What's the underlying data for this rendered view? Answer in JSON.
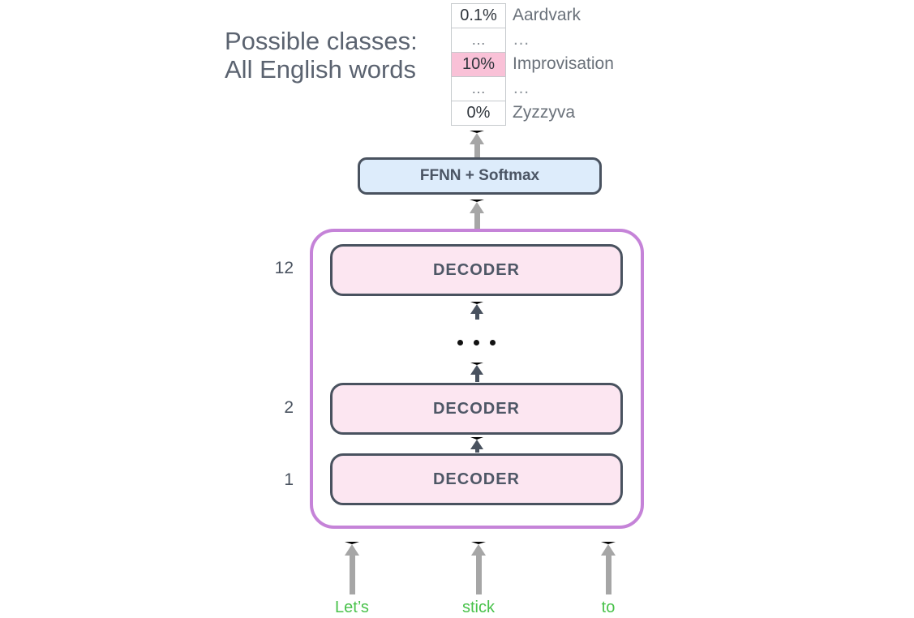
{
  "note": {
    "line1": "Possible classes:",
    "line2": "All English words"
  },
  "prob_table": {
    "rows": [
      {
        "percent": "0.1%",
        "word": "Aardvark",
        "highlight": false
      },
      {
        "percent": "…",
        "word": "…",
        "highlight": false
      },
      {
        "percent": "10%",
        "word": "Improvisation",
        "highlight": true
      },
      {
        "percent": "…",
        "word": "…",
        "highlight": false
      },
      {
        "percent": "0%",
        "word": "Zyzzyva",
        "highlight": false
      }
    ]
  },
  "ffnn": {
    "label": "FFNN + Softmax"
  },
  "decoder_stack": {
    "layers": [
      {
        "index": "12",
        "label": "DECODER"
      },
      {
        "index": "2",
        "label": "DECODER"
      },
      {
        "index": "1",
        "label": "DECODER"
      }
    ],
    "ellipsis_icon": "three-dots"
  },
  "inputs": {
    "tokens": [
      "Let’s",
      "stick",
      "to"
    ]
  },
  "colors": {
    "highlight_pink": "#f9c1d7",
    "decoder_fill": "#fce6f1",
    "ffnn_fill": "#ddecfb",
    "purple_border": "#c583d8",
    "slate": "#49525f",
    "gray_arrow": "#a6a6a6",
    "token_green": "#49c24b"
  }
}
